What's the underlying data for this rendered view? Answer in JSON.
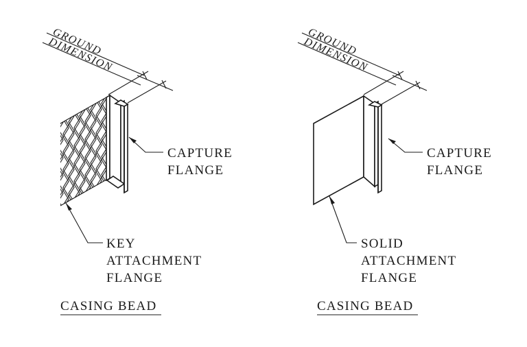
{
  "left": {
    "dimension": [
      "GROUND",
      "DIMENSION"
    ],
    "capture_label": [
      "CAPTURE",
      "FLANGE"
    ],
    "attachment_label": [
      "KEY",
      "ATTACHMENT",
      "FLANGE"
    ],
    "caption": "CASING BEAD"
  },
  "right": {
    "dimension": [
      "GROUND",
      "DIMENSION"
    ],
    "capture_label": [
      "CAPTURE",
      "FLANGE"
    ],
    "attachment_label": [
      "SOLID",
      "ATTACHMENT",
      "FLANGE"
    ],
    "caption": "CASING BEAD"
  }
}
